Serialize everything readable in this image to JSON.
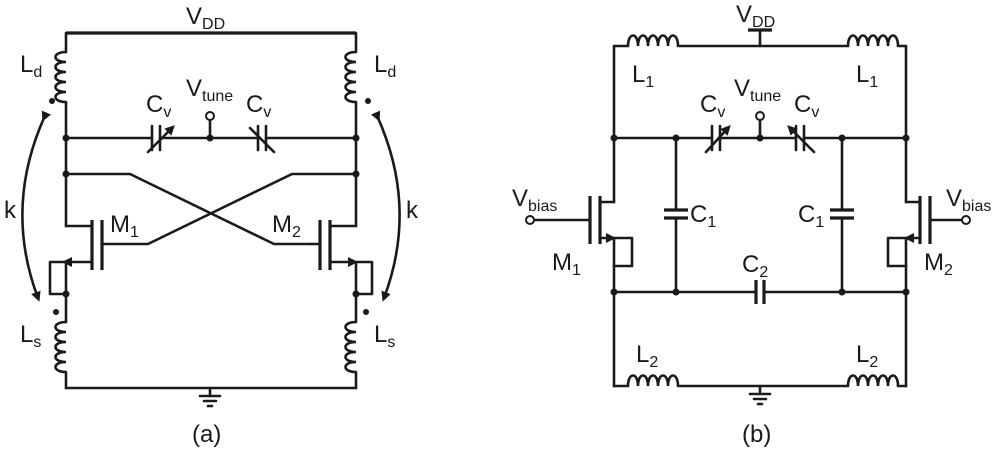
{
  "circuit_a": {
    "supply": {
      "main": "V",
      "sub": "DD"
    },
    "inductor_drain": {
      "main": "L",
      "sub": "d"
    },
    "inductor_source": {
      "main": "L",
      "sub": "s"
    },
    "varactor": {
      "main": "C",
      "sub": "v"
    },
    "tune": {
      "main": "V",
      "sub": "tune"
    },
    "coupling": "k",
    "transistor_1": {
      "main": "M",
      "sub": "1"
    },
    "transistor_2": {
      "main": "M",
      "sub": "2"
    },
    "caption": "(a)"
  },
  "circuit_b": {
    "supply": {
      "main": "V",
      "sub": "DD"
    },
    "inductor_top": {
      "main": "L",
      "sub": "1"
    },
    "inductor_bottom": {
      "main": "L",
      "sub": "2"
    },
    "varactor": {
      "main": "C",
      "sub": "v"
    },
    "tune": {
      "main": "V",
      "sub": "tune"
    },
    "bias": {
      "main": "V",
      "sub": "bias"
    },
    "capacitor_1": {
      "main": "C",
      "sub": "1"
    },
    "capacitor_2": {
      "main": "C",
      "sub": "2"
    },
    "transistor_1": {
      "main": "M",
      "sub": "1"
    },
    "transistor_2": {
      "main": "M",
      "sub": "2"
    },
    "caption": "(b)"
  }
}
